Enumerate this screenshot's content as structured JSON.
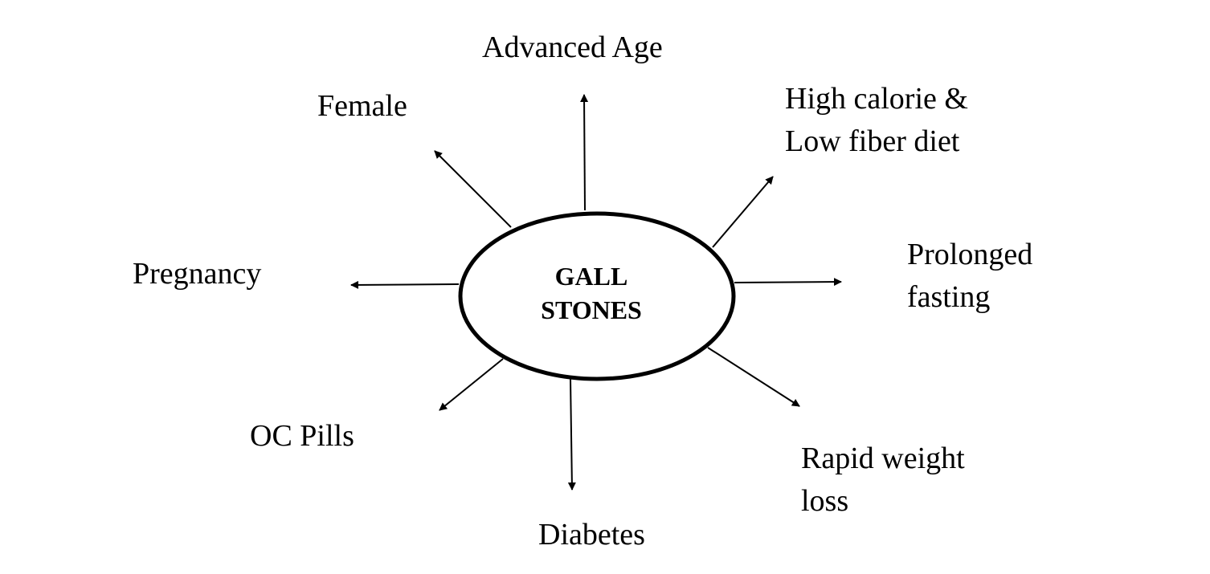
{
  "center": {
    "line1": "GALL",
    "line2": "STONES"
  },
  "factors": {
    "advanced_age": "Advanced Age",
    "female": "Female",
    "high_calorie_line1": "High calorie &",
    "high_calorie_line2": "Low fiber diet",
    "pregnancy": "Pregnancy",
    "prolonged_line1": "Prolonged",
    "prolonged_line2": "fasting",
    "oc_pills": "OC Pills",
    "diabetes": "Diabetes",
    "rapid_line1": "Rapid weight",
    "rapid_line2": "loss"
  },
  "colors": {
    "ink": "#000000",
    "background": "#ffffff"
  }
}
